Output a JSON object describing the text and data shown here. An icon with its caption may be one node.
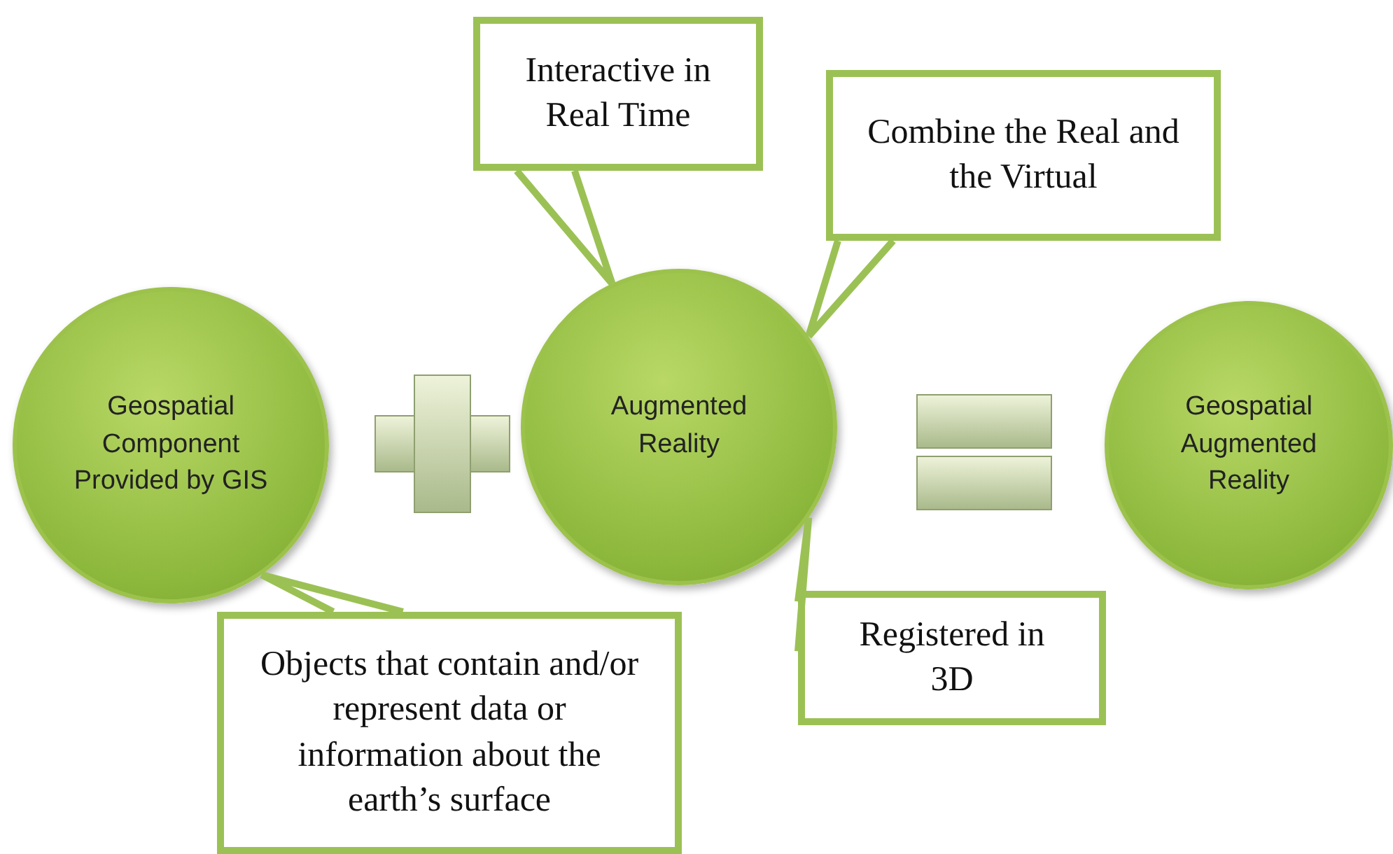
{
  "diagram": {
    "nodes": [
      {
        "text": [
          "Geospatial Component Provided by GIS"
        ]
      },
      {
        "text": [
          "Augmented Reality"
        ]
      },
      {
        "text": [
          "Geospatial Augmented Reality"
        ]
      },
      {
        "text": [
          "Interactive in Real Time"
        ]
      },
      {
        "text": [
          "Combine the Real and the Virtual"
        ]
      },
      {
        "text": [
          "Objects that contain and/or represent data or information about the earth’s surface"
        ]
      },
      {
        "text": [
          "Registered in 3D"
        ]
      }
    ],
    "edges": [
      {
        "from": 3,
        "to": 1,
        "arrow": "none"
      },
      {
        "from": 4,
        "to": 1,
        "arrow": "none"
      },
      {
        "from": 5,
        "to": 0,
        "arrow": "none"
      },
      {
        "from": 6,
        "to": 1,
        "arrow": "none"
      }
    ]
  }
}
